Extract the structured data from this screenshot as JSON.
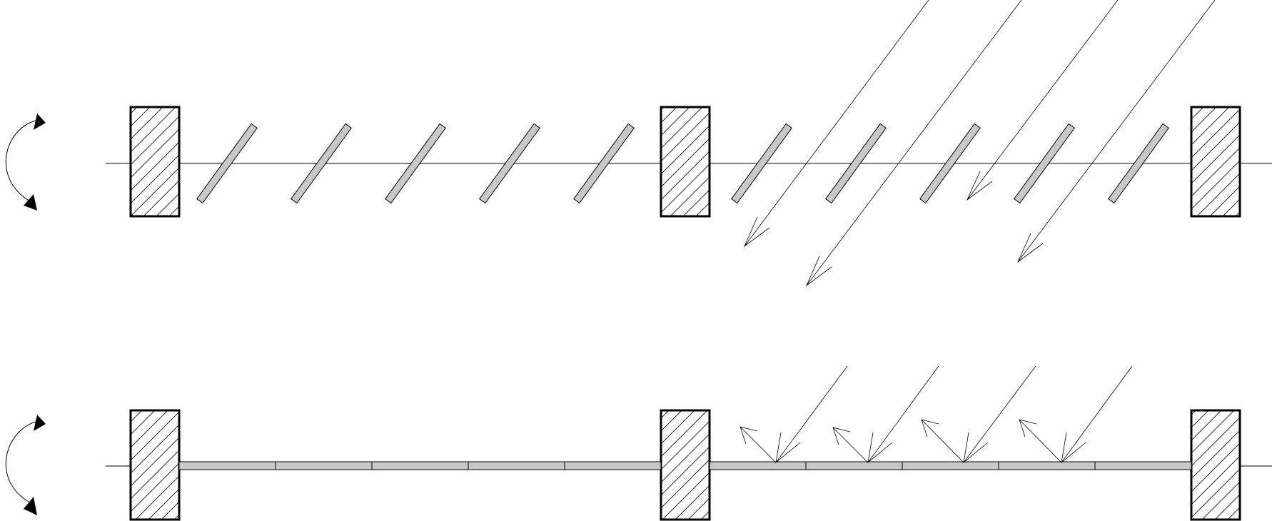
{
  "diagram": {
    "description_icons": [
      "rotation-arrow-icon",
      "light-ray-arrow-icon"
    ],
    "colors": {
      "stroke": "#000000",
      "slat_fill": "#c8c8c8",
      "background": "#ffffff"
    },
    "rows": [
      {
        "name": "louver-open-row",
        "state": "open",
        "posts": 3,
        "slats": 10,
        "light_rays": 4
      },
      {
        "name": "louver-closed-row",
        "state": "closed",
        "posts": 3,
        "slats": 10,
        "light_rays": 4
      }
    ]
  }
}
